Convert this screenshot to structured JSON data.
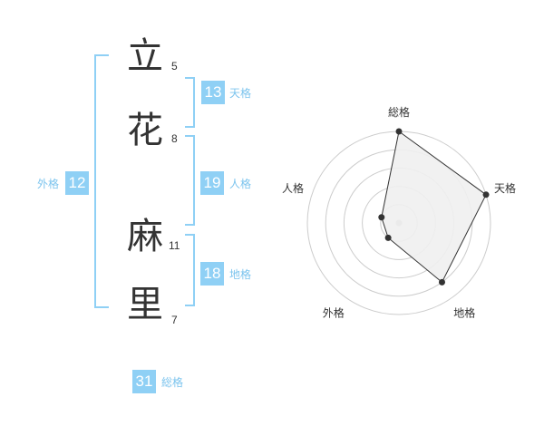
{
  "name": {
    "chars": [
      {
        "char": "立",
        "strokes": "5"
      },
      {
        "char": "花",
        "strokes": "8"
      },
      {
        "char": "麻",
        "strokes": "11"
      },
      {
        "char": "里",
        "strokes": "7"
      }
    ]
  },
  "fortunes": {
    "ten": {
      "value": "13",
      "label": "天格"
    },
    "jin": {
      "value": "19",
      "label": "人格"
    },
    "chi": {
      "value": "18",
      "label": "地格"
    },
    "gai": {
      "value": "12",
      "label": "外格"
    },
    "sou": {
      "value": "31",
      "label": "総格"
    }
  },
  "colors": {
    "accent": "#8fd0f5",
    "text": "#333333",
    "label": "#7cc4ee"
  },
  "chart_data": {
    "type": "radar",
    "axes": [
      "総格",
      "天格",
      "地格",
      "外格",
      "人格"
    ],
    "values": [
      5,
      5,
      4,
      1,
      1
    ],
    "rmax": 5,
    "rings": 5
  }
}
